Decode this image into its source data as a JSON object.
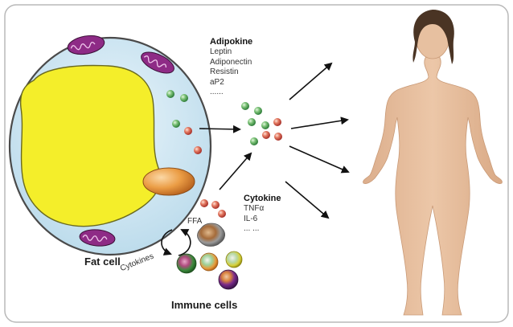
{
  "labels": {
    "fat_cell": "Fat cell",
    "immune_cells": "Immune cells",
    "ffa": "FFA",
    "cytokines_arrow": "Cytokines"
  },
  "adipokine": {
    "title": "Adipokine",
    "items": [
      "Leptin",
      "Adiponectin",
      "Resistin",
      "aP2",
      "......"
    ]
  },
  "cytokine": {
    "title": "Cytokine",
    "items": [
      "TNFα",
      "IL-6",
      "... ..."
    ]
  },
  "colors": {
    "border": "#b8b8b8",
    "cell_fill": "#cfe6f3",
    "cell_stroke": "#4a4a4a",
    "lipid_droplet": "#f4ee2a",
    "nucleus": "#e89a3c",
    "mitochondria": "#8e2b86",
    "green_molecule": "#5aab5c",
    "red_molecule": "#d25a4c",
    "skin": "#e8c3a3",
    "hair": "#4a3424",
    "arrow": "#111111"
  }
}
